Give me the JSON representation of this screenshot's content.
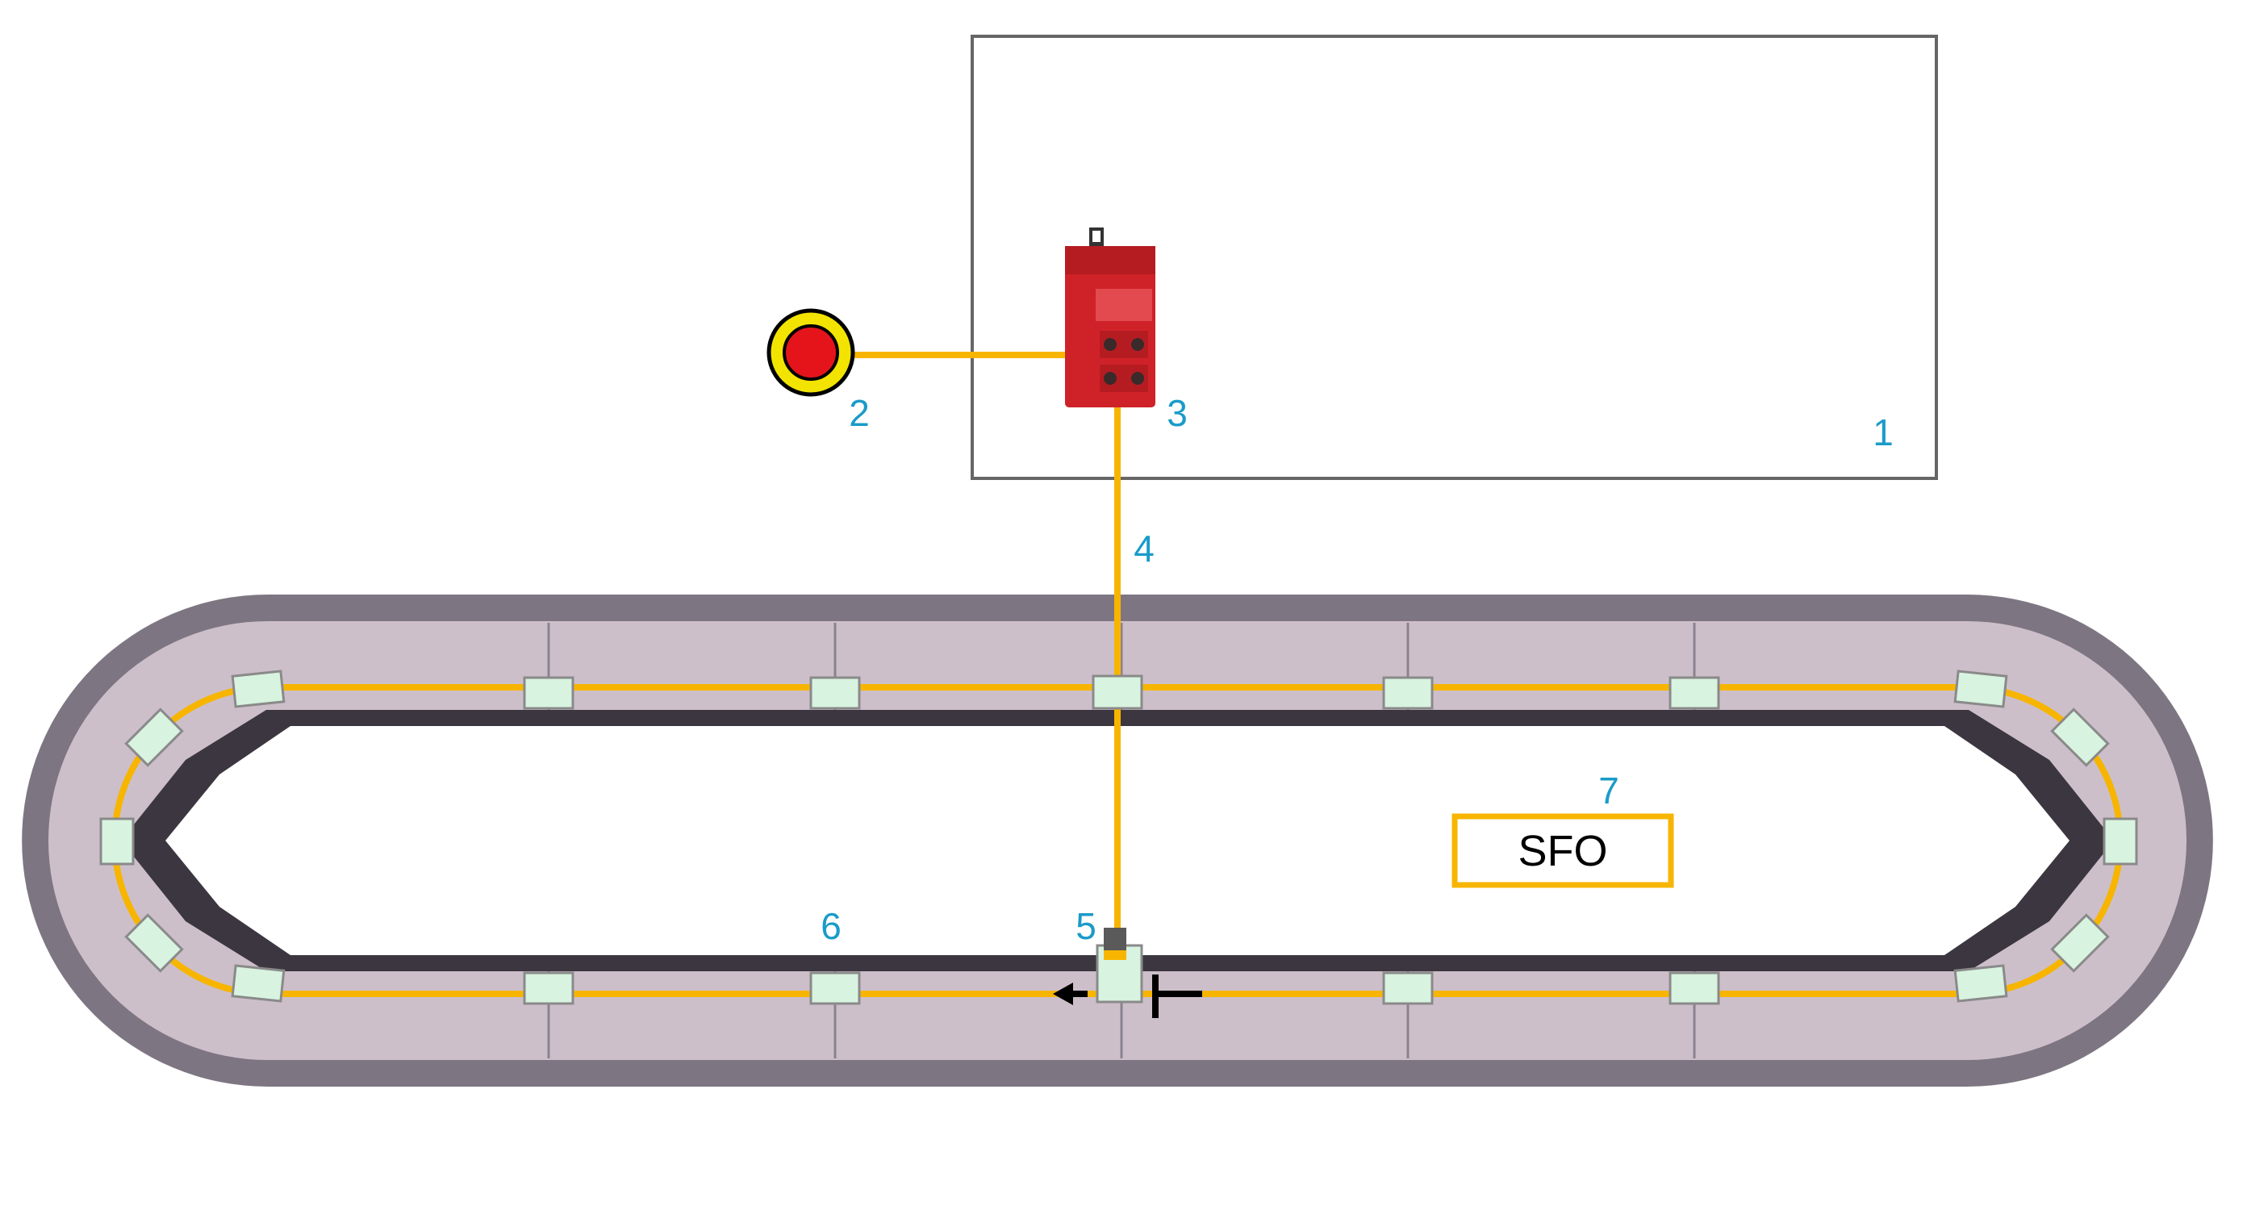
{
  "colors": {
    "cable": "#f7b500",
    "callout": "#1a9bc9",
    "track_frame": "#7d7682",
    "track_surface": "#cdbfca",
    "mover": "#d8f3df",
    "module": "#cf2228",
    "estop_ring": "#f2e400",
    "estop_button": "#e5141b"
  },
  "icons": {
    "estop": "emergency-stop-button-icon",
    "safety_module": "safety-module-icon",
    "direction": "arrow-left-icon",
    "stop_marker": "stop-position-marker-icon"
  },
  "callouts": {
    "cabinet": "1",
    "estop": "2",
    "module": "3",
    "cable": "4",
    "carrier": "5",
    "movers": "6",
    "function": "7"
  },
  "function_label": "SFO"
}
